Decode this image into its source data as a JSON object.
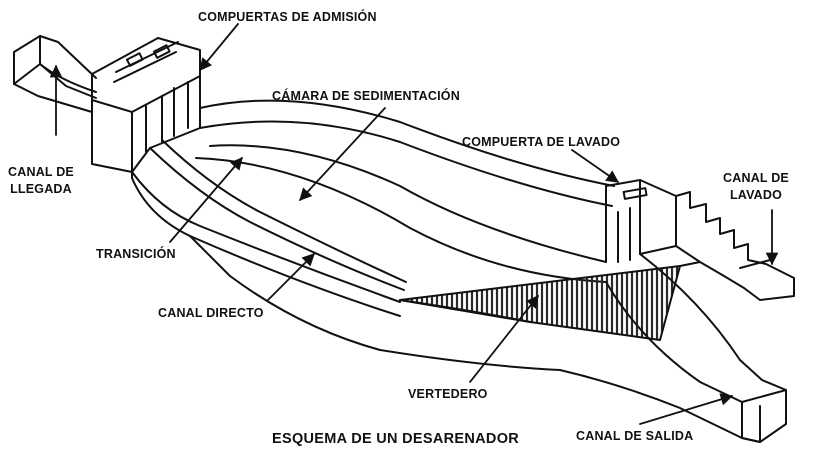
{
  "diagram": {
    "title": "ESQUEMA DE UN DESARENADOR",
    "labels": {
      "compuertas_admision": "COMPUERTAS DE ADMISIÓN",
      "camara_sedimentacion": "CÁMARA DE SEDIMENTACIÓN",
      "compuerta_lavado": "COMPUERTA DE LAVADO",
      "canal_llegada_1": "CANAL DE",
      "canal_llegada_2": "LLEGADA",
      "canal_lavado_1": "CANAL DE",
      "canal_lavado_2": "LAVADO",
      "transicion": "TRANSICIÓN",
      "canal_directo": "CANAL DIRECTO",
      "vertedero": "VERTEDERO",
      "canal_salida": "CANAL DE SALIDA"
    }
  },
  "colors": {
    "ink": "#111111",
    "background": "#ffffff",
    "sand_hatch": "#2a2a2a"
  }
}
